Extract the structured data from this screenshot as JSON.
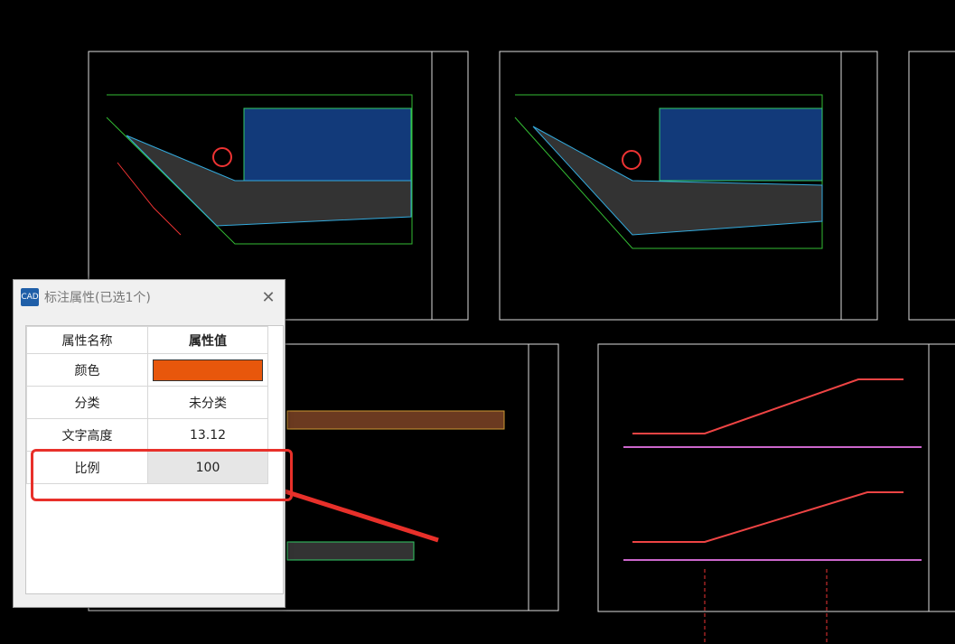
{
  "dialog": {
    "title": "标注属性(已选1个)",
    "icon_text": "CAD",
    "close_glyph": "✕",
    "header": {
      "name": "属性名称",
      "value": "属性值"
    },
    "rows": [
      {
        "name": "颜色",
        "value": "",
        "swatch": "#e8570c"
      },
      {
        "name": "分类",
        "value": "未分类"
      },
      {
        "name": "文字高度",
        "value": "13.12"
      },
      {
        "name": "比例",
        "value": "100"
      }
    ]
  },
  "colors": {
    "annotation": "#e8302a",
    "cad_bg": "#000000"
  }
}
